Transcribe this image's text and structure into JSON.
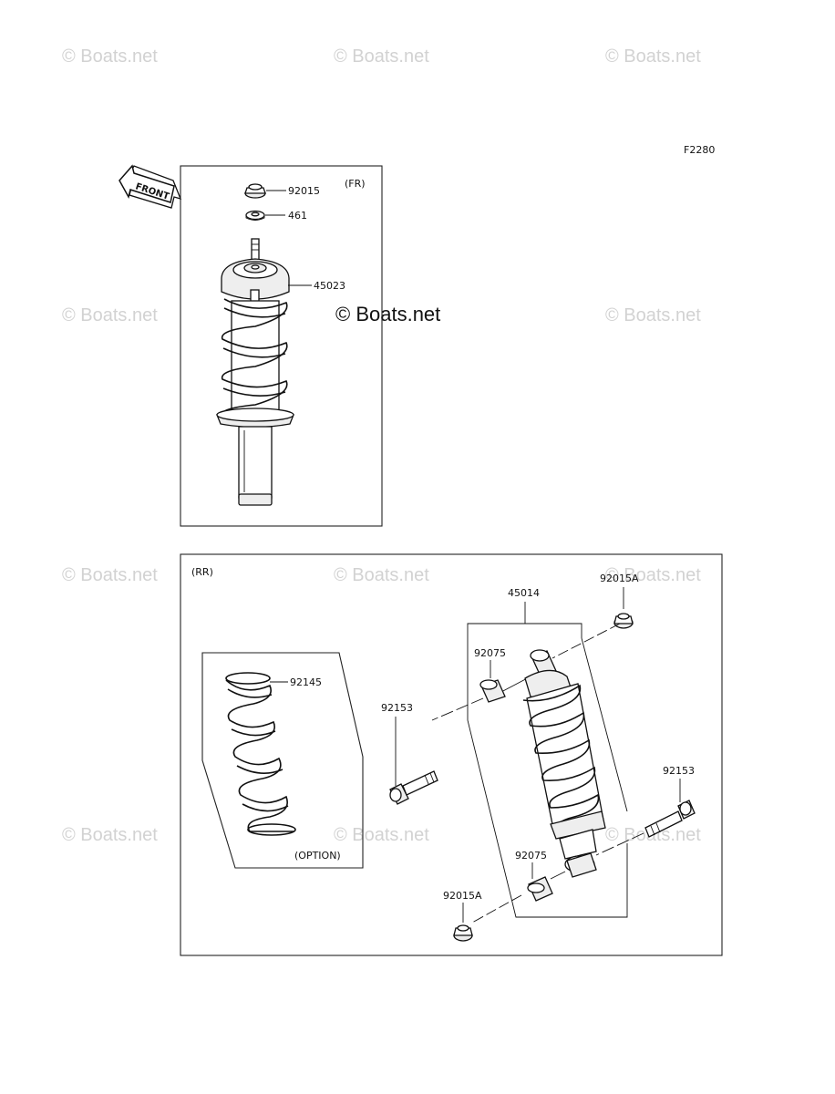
{
  "watermark": "© Boats.net",
  "figure_id": "F2280",
  "front_arrow_label": "FRONT",
  "front_panel": {
    "label": "(FR)",
    "parts": [
      "92015",
      "461",
      "45023"
    ]
  },
  "rear_panel": {
    "label": "(RR)",
    "option_label": "(OPTION)",
    "parts": [
      "92145",
      "45014",
      "92015A",
      "92075",
      "92153",
      "92153",
      "92075",
      "92015A"
    ]
  }
}
